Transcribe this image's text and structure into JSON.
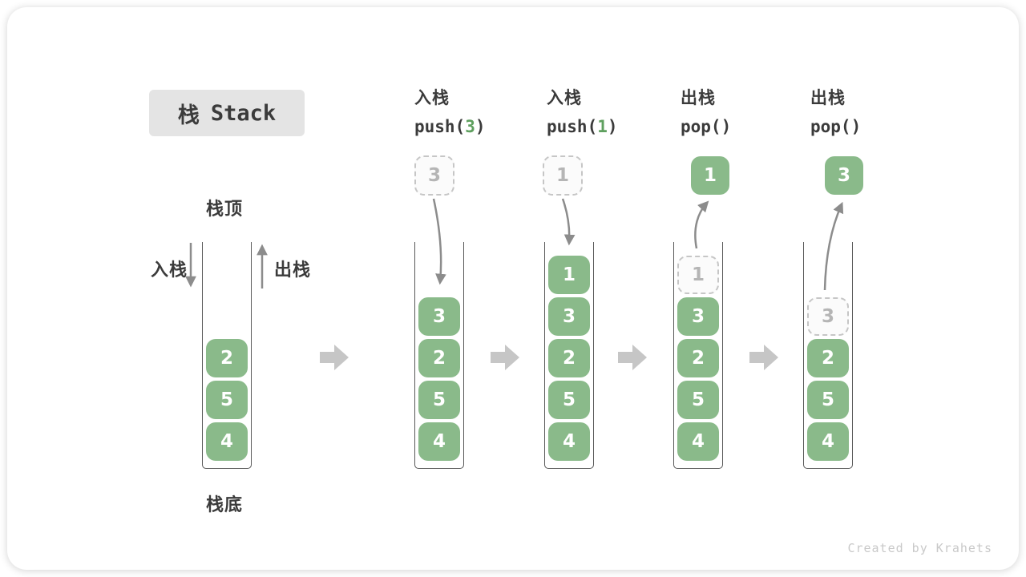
{
  "title": {
    "zh": "栈",
    "en": "Stack"
  },
  "labels": {
    "stack_top": "栈顶",
    "stack_bottom": "栈底",
    "push": "入栈",
    "pop": "出栈"
  },
  "operations": [
    {
      "label": "入栈",
      "code_pre": "push(",
      "code_arg": "3",
      "code_post": ")"
    },
    {
      "label": "入栈",
      "code_pre": "push(",
      "code_arg": "1",
      "code_post": ")"
    },
    {
      "label": "出栈",
      "code_pre": "pop(",
      "code_arg": "",
      "code_post": ")"
    },
    {
      "label": "出栈",
      "code_pre": "pop(",
      "code_arg": "",
      "code_post": ")"
    }
  ],
  "floating": [
    {
      "value": "3",
      "kind": "ghost"
    },
    {
      "value": "1",
      "kind": "ghost"
    },
    {
      "value": "1",
      "kind": "solid"
    },
    {
      "value": "3",
      "kind": "solid"
    }
  ],
  "stacks": [
    {
      "items": [
        "2",
        "5",
        "4"
      ]
    },
    {
      "items": [
        "3",
        "2",
        "5",
        "4"
      ]
    },
    {
      "items": [
        "1",
        "3",
        "2",
        "5",
        "4"
      ]
    },
    {
      "ghost": "1",
      "items": [
        "3",
        "2",
        "5",
        "4"
      ]
    },
    {
      "ghost": "3",
      "items": [
        "2",
        "5",
        "4"
      ]
    }
  ],
  "watermark": "Created by Krahets",
  "colors": {
    "element_green": "#8aba8a",
    "code_arg_green": "#5fa05f",
    "dark_text": "#3b3b3b",
    "ghost_gray": "#b5b5b5",
    "thin_arrow_gray": "#8c8c8c",
    "block_arrow_gray": "#c6c6c6",
    "title_bg": "#e4e4e4"
  }
}
